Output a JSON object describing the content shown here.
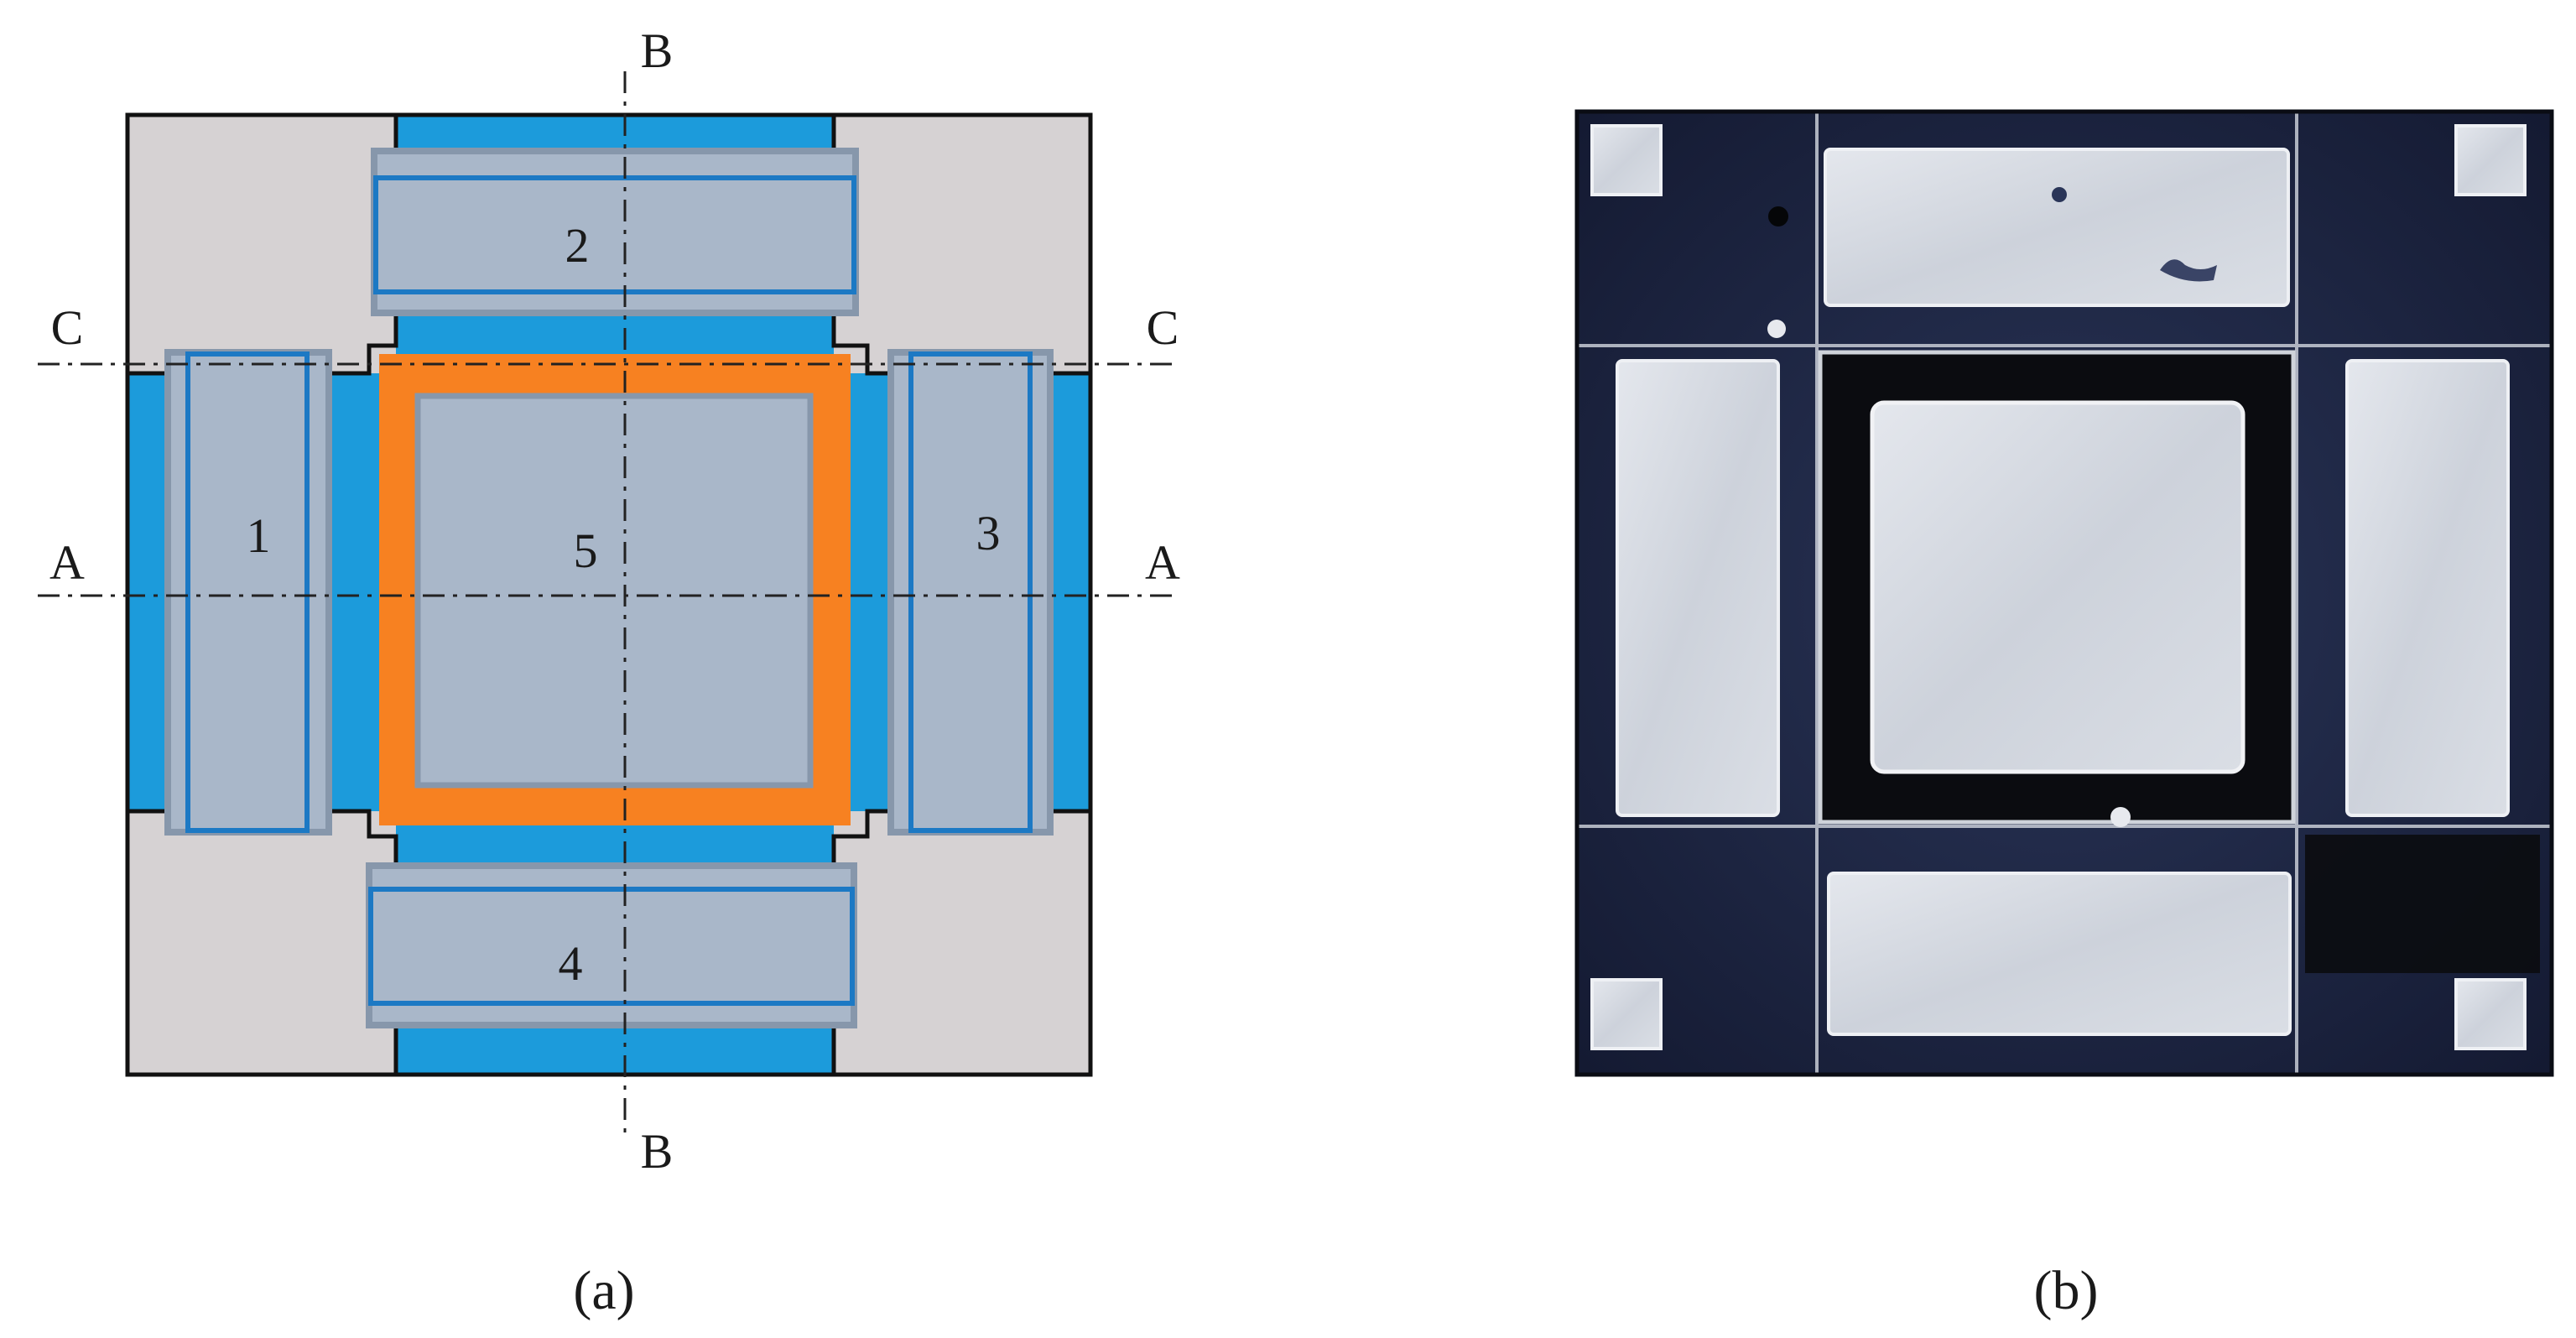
{
  "panel_a": {
    "labels": {
      "pad_1": "1",
      "pad_2": "2",
      "pad_3": "3",
      "pad_4": "4",
      "pad_5": "5",
      "axis_a_left": "A",
      "axis_a_right": "A",
      "axis_b_top": "B",
      "axis_b_bottom": "B",
      "axis_c_left": "C",
      "axis_c_right": "C"
    },
    "colors": {
      "substrate": "#d6d2d3",
      "electrode_blue": "#1c9bdb",
      "pad_fill": "#a9b7c9",
      "pad_border": "#8797ab",
      "pad_inner_line": "#1c79c4",
      "center_ring": "#f78121",
      "outline": "#111111"
    }
  },
  "panel_b": {
    "colors": {
      "dark_background": "#1c2341",
      "metal_pad": "#d3d6dc",
      "gap_dark": "#0b0c10"
    }
  },
  "captions": {
    "panel_a": "(a)",
    "panel_b": "(b)"
  }
}
